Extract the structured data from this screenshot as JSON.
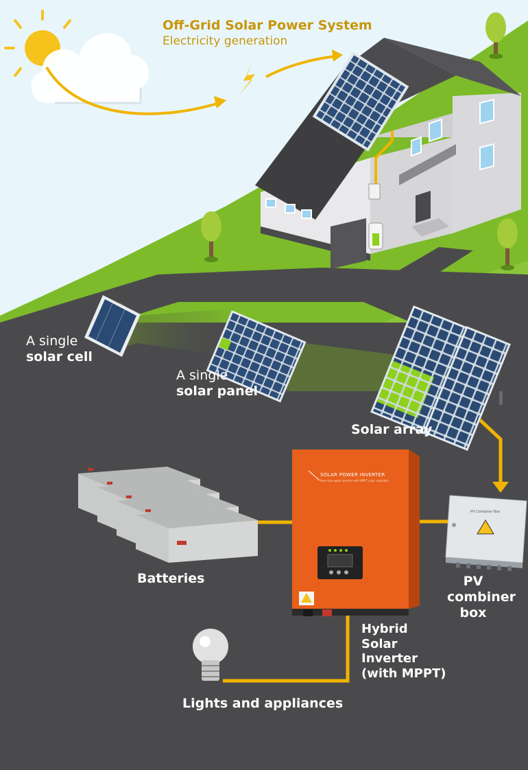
{
  "header": {
    "title": "Off-Grid Solar Power System",
    "subtitle": "Electricity generation"
  },
  "labels": {
    "cell_line1": "A single",
    "cell_line2": "solar cell",
    "panel_line1": "A single",
    "panel_line2": "solar panel",
    "array": "Solar array",
    "batteries": "Batteries",
    "combiner_line1": "PV",
    "combiner_line2": "combiner",
    "combiner_line3": "box",
    "inverter_line1": "Hybrid",
    "inverter_line2": "Solar",
    "inverter_line3": "Inverter",
    "inverter_line4": "(with MPPT)",
    "loads": "Lights and appliances"
  },
  "device_text": {
    "inverter_brand": "SOLAR POWER INVERTER",
    "inverter_tagline": "Pure sine wave inverter with MPPT solar controller",
    "combiner_plate": "PV Combiner Box"
  },
  "colors": {
    "sky": "#e8f6fb",
    "grass": "#7dbb2a",
    "road": "#4a4a4c",
    "wire": "#f0b400",
    "title": "#c8960c",
    "inverter": "#e8601c",
    "panel_cell": "#2d4e78",
    "highlight": "#8ed11d"
  },
  "icons": [
    "sun-icon",
    "cloud-icon",
    "lightning-icon",
    "tree-icon",
    "lightbulb-icon",
    "warning-icon"
  ]
}
